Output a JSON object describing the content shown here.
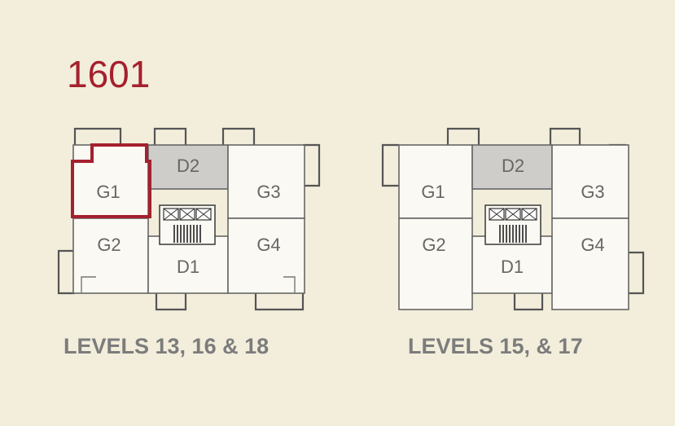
{
  "unit_number": "1601",
  "plans": [
    {
      "caption": "LEVELS 13, 16 & 18",
      "units": {
        "d2": "D2",
        "g1": "G1",
        "g3": "G3",
        "g2": "G2",
        "g4": "G4",
        "d1": "D1"
      },
      "highlighted_unit": "G1"
    },
    {
      "caption": "LEVELS 15, & 17",
      "units": {
        "d2": "D2",
        "g1": "G1",
        "g3": "G3",
        "g2": "G2",
        "g4": "G4",
        "d1": "D1"
      },
      "highlighted_unit": ""
    }
  ],
  "colors": {
    "highlight": "#a5202e",
    "background": "#f2eedb",
    "shaded_unit": "#cfcdc9"
  }
}
